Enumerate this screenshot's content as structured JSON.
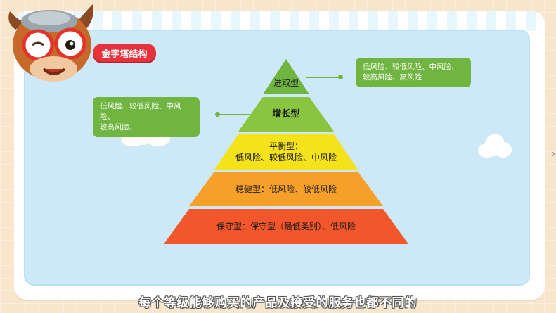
{
  "section_title": "金字塔结构",
  "pyramid": [
    {
      "label": "进取型",
      "color": "#6fb540"
    },
    {
      "label": "增长型",
      "color": "#8ac541"
    },
    {
      "label": "平衡型：\n低风险、较低风险、中风险",
      "line1": "平衡型：",
      "line2": "低风险、较低风险、中风险",
      "color": "#f4e21a"
    },
    {
      "label": "稳健型：低风险、较低风险",
      "color": "#f6a02a"
    },
    {
      "label": "保守型：保守型（最低类别）、低风险",
      "color": "#f2562b"
    }
  ],
  "notes": {
    "right": {
      "line1": "低风险、较低风险、中风险、",
      "line2": "较高风险、高风险"
    },
    "left": {
      "line1": "低风险、较低风险、中风险、",
      "line2": "较高风险、"
    }
  },
  "subtitle": "每个等级能够购买的产品及接受的服务也都不同的",
  "icons": {
    "mascot": "cartoon-bull-mascot-icon",
    "next": "chevron-right-icon"
  }
}
